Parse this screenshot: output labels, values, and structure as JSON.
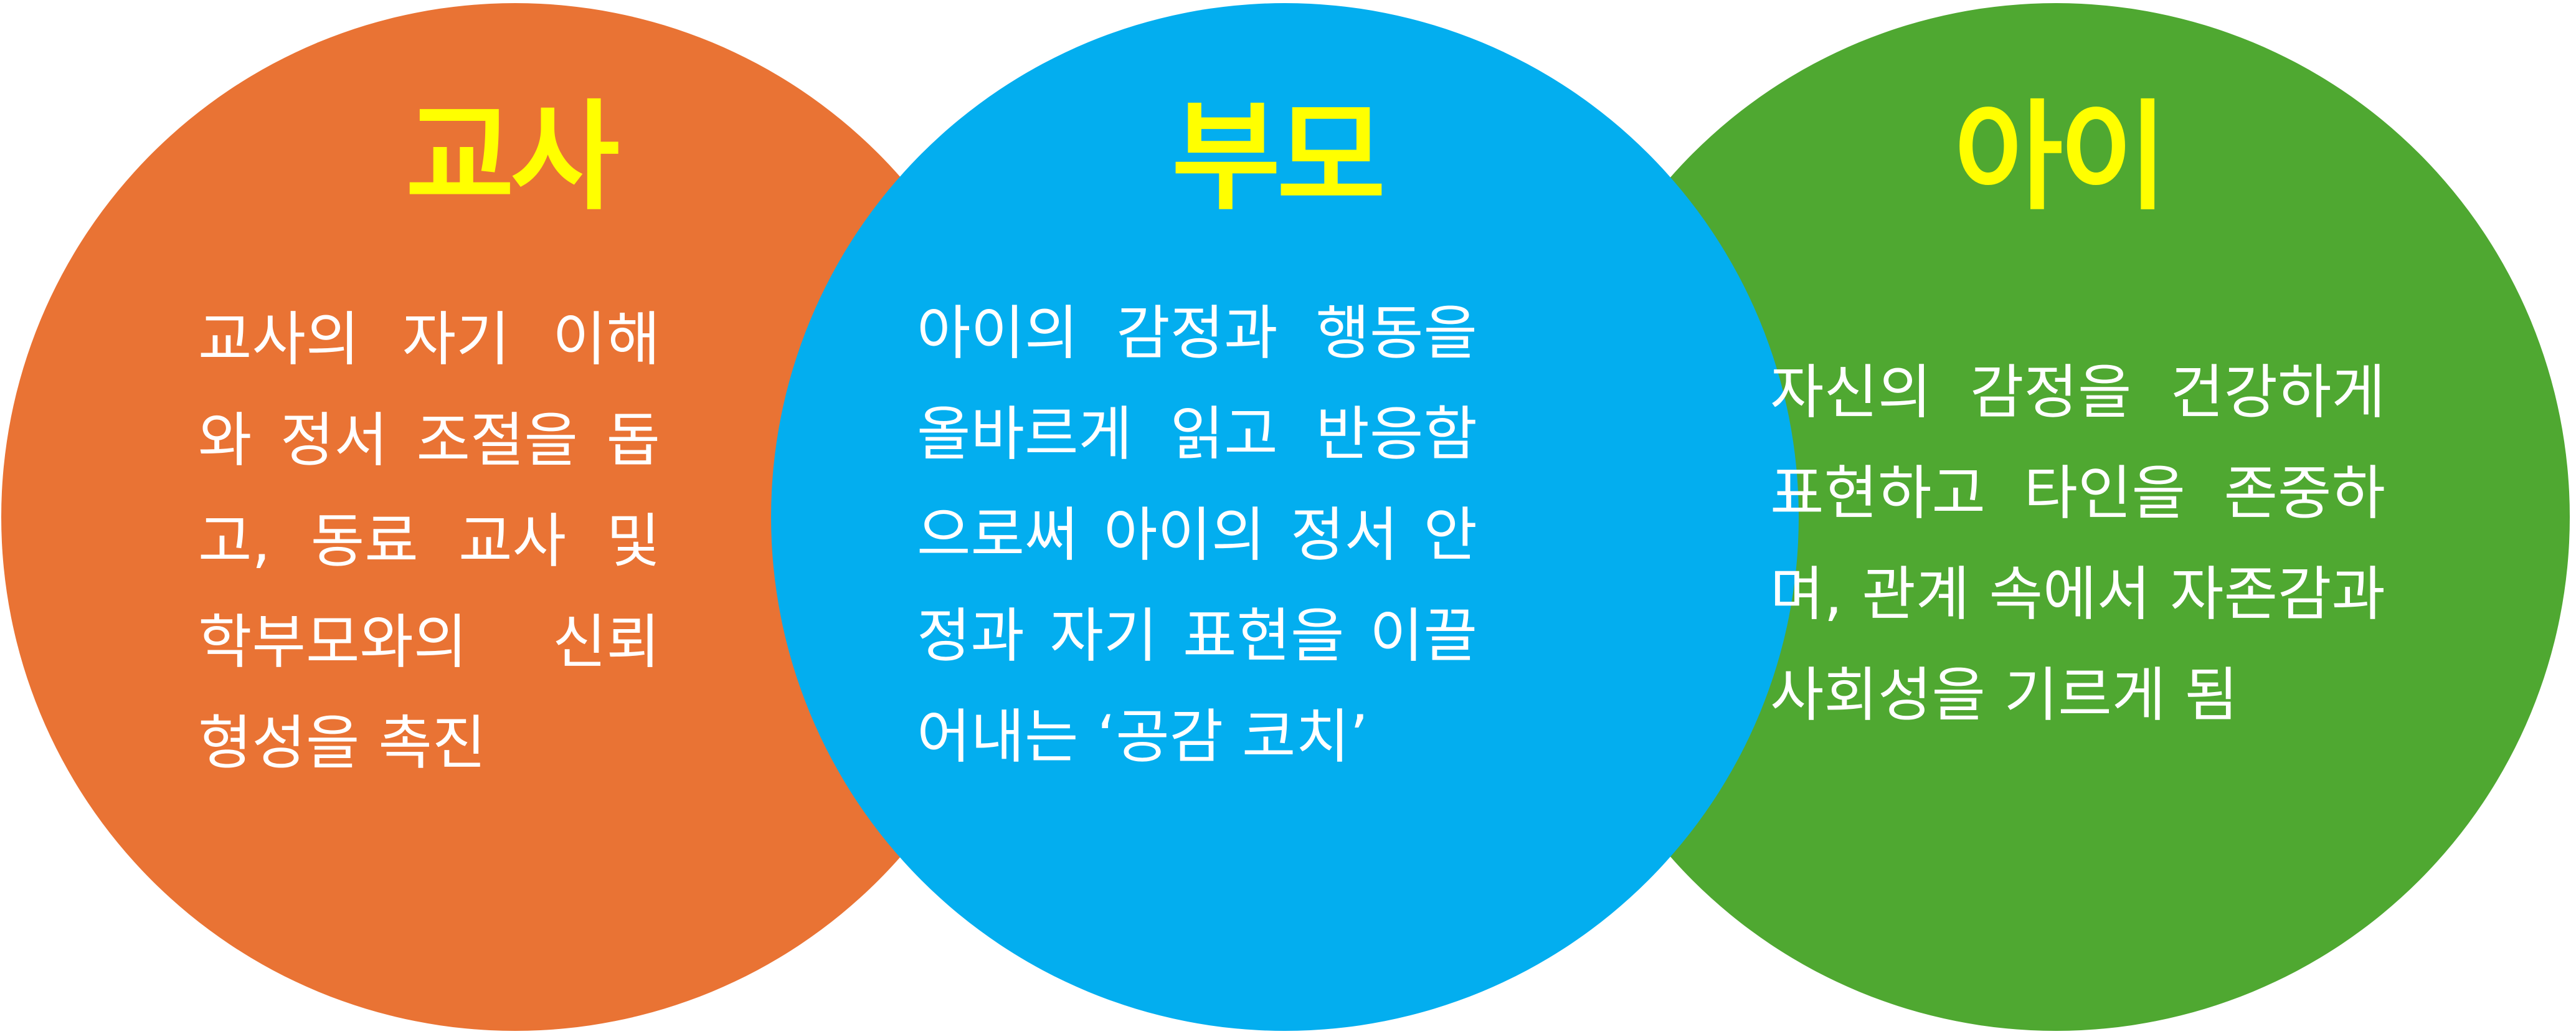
{
  "colors": {
    "teacher": "#e97334",
    "parent": "#03aeef",
    "child": "#4fa831",
    "title": "#ffff00",
    "text": "#ffffff",
    "background": "#ffffff"
  },
  "circles": [
    {
      "title": "교사",
      "lines": [
        "교사의 자기 이해",
        "와 정서 조절을 돕",
        "고, 동료 교사 및",
        "학부모와의 신뢰",
        "형성을 촉진"
      ]
    },
    {
      "title": "부모",
      "lines": [
        "아이의 감정과 행동을",
        "올바르게 읽고 반응함",
        "으로써 아이의 정서 안",
        "정과 자기 표현을 이끌",
        "어내는 ‘공감 코치’"
      ]
    },
    {
      "title": "아이",
      "lines": [
        "자신의 감정을 건강하게",
        "표현하고 타인을 존중하",
        "며, 관계 속에서 자존감과",
        "사회성을 기르게 됨"
      ]
    }
  ]
}
